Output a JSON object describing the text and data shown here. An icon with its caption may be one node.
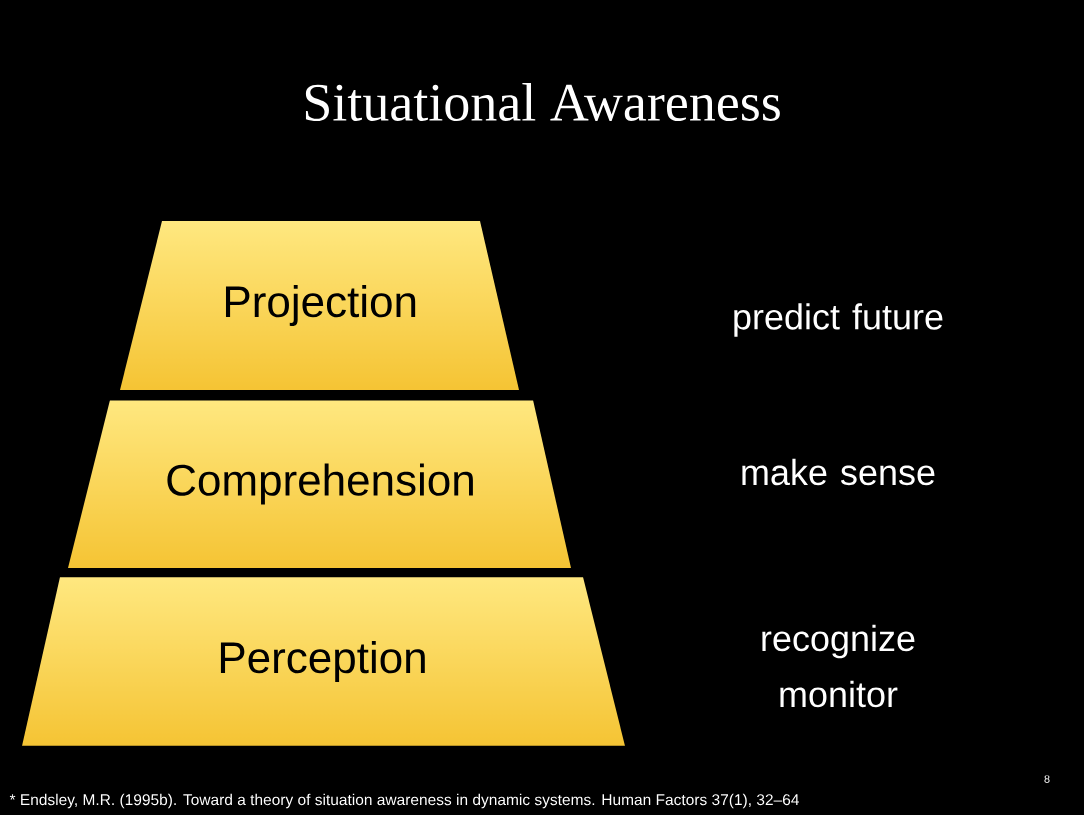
{
  "diagram": {
    "title": "Situational Awareness",
    "nodes": [
      {
        "text": [
          "Projection"
        ]
      },
      {
        "text": [
          "Comprehension"
        ]
      },
      {
        "text": [
          "Perception"
        ]
      }
    ],
    "labels": [
      "predict future",
      "make sense",
      "recognize monitor",
      "8",
      "* Endsley, M.R. (1995b). Toward a theory of situation awareness in dynamic systems. Human Factors 37(1), 32–64"
    ]
  }
}
